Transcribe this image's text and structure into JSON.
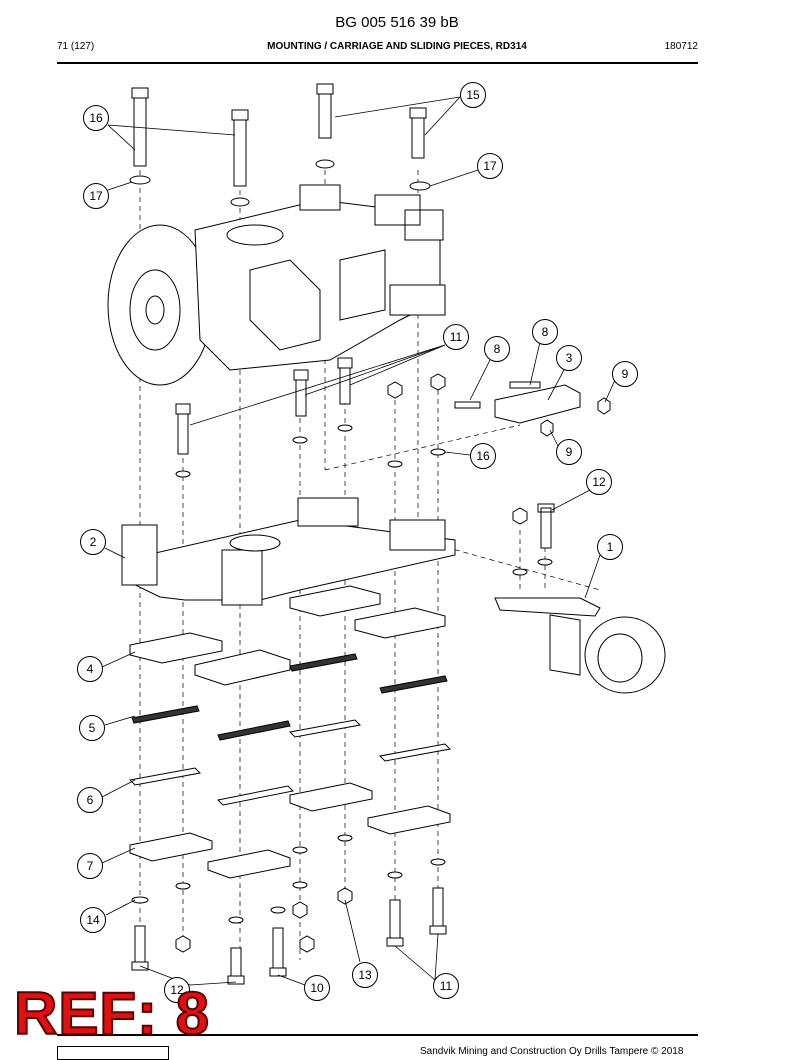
{
  "header": {
    "doc_number": "BG 005 516 39 bB",
    "page": "71 (127)",
    "section_title": "MOUNTING / CARRIAGE AND SLIDING PIECES, RD314",
    "date_code": "180712"
  },
  "callouts": [
    {
      "id": "c16a",
      "label": "16"
    },
    {
      "id": "c17a",
      "label": "17"
    },
    {
      "id": "c15",
      "label": "15"
    },
    {
      "id": "c17b",
      "label": "17"
    },
    {
      "id": "c11a",
      "label": "11"
    },
    {
      "id": "c8a",
      "label": "8"
    },
    {
      "id": "c8b",
      "label": "8"
    },
    {
      "id": "c3",
      "label": "3"
    },
    {
      "id": "c9a",
      "label": "9"
    },
    {
      "id": "c9b",
      "label": "9"
    },
    {
      "id": "c16b",
      "label": "16"
    },
    {
      "id": "c12a",
      "label": "12"
    },
    {
      "id": "c2",
      "label": "2"
    },
    {
      "id": "c1",
      "label": "1"
    },
    {
      "id": "c4",
      "label": "4"
    },
    {
      "id": "c5",
      "label": "5"
    },
    {
      "id": "c6",
      "label": "6"
    },
    {
      "id": "c7",
      "label": "7"
    },
    {
      "id": "c14",
      "label": "14"
    },
    {
      "id": "c13",
      "label": "13"
    },
    {
      "id": "c11b",
      "label": "11"
    },
    {
      "id": "c12b",
      "label": "12"
    },
    {
      "id": "c10",
      "label": "10"
    }
  ],
  "stamp": "REF: 8",
  "footer": {
    "copyright": "Sandvik Mining and Construction Oy Drills Tampere © 2018"
  }
}
